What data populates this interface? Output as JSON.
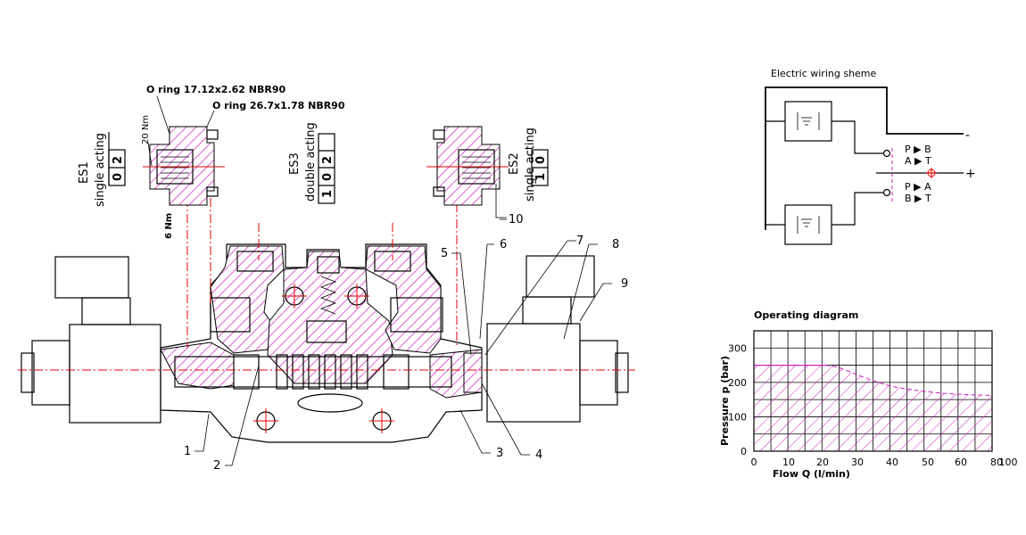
{
  "labels": {
    "o_ring_1": "O ring 17.12x2.62 NBR90",
    "o_ring_2": "O ring 26.7x1.78 NBR90",
    "torque_20": "20 Nm",
    "torque_6": "6 Nm",
    "es1_name": "ES1",
    "es1_type": "single acting",
    "es1_code": [
      "0",
      "2"
    ],
    "es3_name": "ES3",
    "es3_type": "double acting",
    "es3_code": [
      "1",
      "0",
      "2"
    ],
    "es2_name": "ES2",
    "es2_type": "single acting",
    "es2_code": [
      "1",
      "0"
    ],
    "callouts": [
      "1",
      "2",
      "3",
      "4",
      "5",
      "6",
      "7",
      "8",
      "9",
      "10"
    ]
  },
  "wiring": {
    "title": "Electric wiring sheme",
    "rows": [
      "P ▶ B",
      "A ▶ T",
      "P ▶ A",
      "B ▶ T"
    ],
    "terminal_minus": "-",
    "terminal_plus": "+"
  },
  "chart_data": {
    "type": "area",
    "title": "Operating diagram",
    "xlabel": "Flow Q (l/min)",
    "ylabel": "Pressure p (bar)",
    "xlim": [
      0,
      100
    ],
    "ylim": [
      0,
      350
    ],
    "xticks": [
      "0",
      "10",
      "20",
      "30",
      "40",
      "50",
      "60",
      "80",
      "100"
    ],
    "yticks": [
      "0",
      "100",
      "200",
      "300"
    ],
    "grid": true,
    "series": [
      {
        "x": [
          0,
          10,
          20,
          30,
          35,
          40,
          45,
          50,
          55,
          60,
          70,
          80,
          90,
          100
        ],
        "y": [
          250,
          250,
          250,
          250,
          245,
          232,
          218,
          205,
          194,
          185,
          175,
          168,
          164,
          162
        ]
      }
    ]
  }
}
